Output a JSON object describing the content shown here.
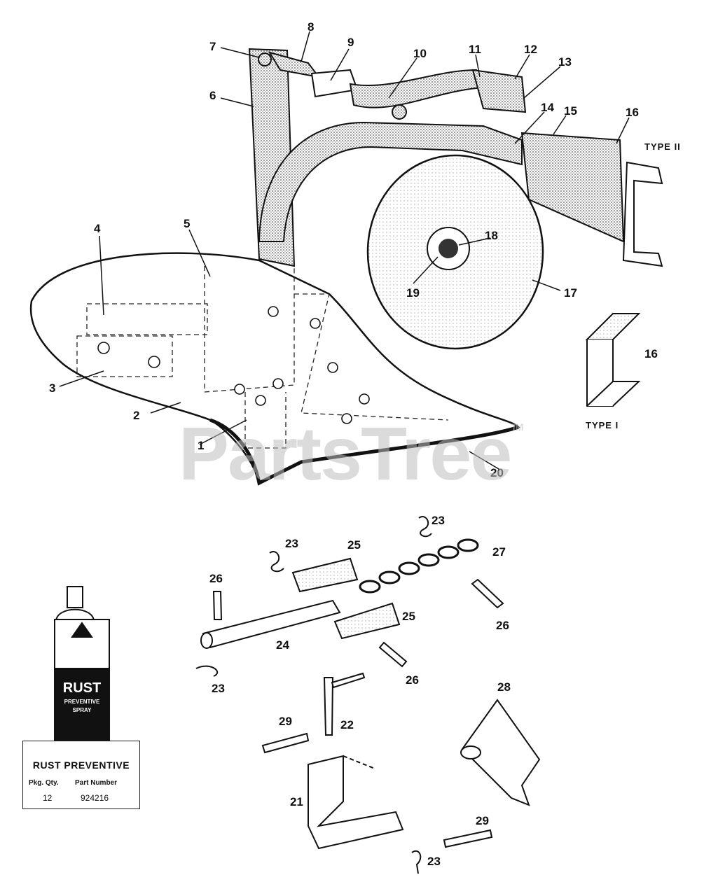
{
  "callouts": {
    "c1": "1",
    "c2": "2",
    "c3": "3",
    "c4": "4",
    "c5": "5",
    "c6": "6",
    "c7": "7",
    "c8": "8",
    "c9": "9",
    "c10": "10",
    "c11": "11",
    "c12": "12",
    "c13": "13",
    "c14": "14",
    "c15": "15",
    "c16a": "16",
    "c16b": "16",
    "c17": "17",
    "c18": "18",
    "c19": "19",
    "c20": "20",
    "c21": "21",
    "c22": "22",
    "c23a": "23",
    "c23b": "23",
    "c23c": "23",
    "c23d": "23",
    "c24": "24",
    "c25a": "25",
    "c25b": "25",
    "c26a": "26",
    "c26b": "26",
    "c26c": "26",
    "c27": "27",
    "c28": "28",
    "c29a": "29",
    "c29b": "29"
  },
  "type_labels": {
    "type_ii": "TYPE II",
    "type_i": "TYPE I"
  },
  "watermark": {
    "text": "PartsTree",
    "tm": "TM"
  },
  "rust_can": {
    "brand_word": "RUST",
    "sub1": "PREVENTIVE",
    "sub2": "SPRAY"
  },
  "rust_box": {
    "title": "RUST PREVENTIVE",
    "col_qty_header": "Pkg. Qty.",
    "col_part_header": "Part Number",
    "qty": "12",
    "part_number": "924216"
  },
  "colors": {
    "ink": "#111111",
    "shade": "#9a9a9a",
    "watermark": "#bebebe"
  }
}
